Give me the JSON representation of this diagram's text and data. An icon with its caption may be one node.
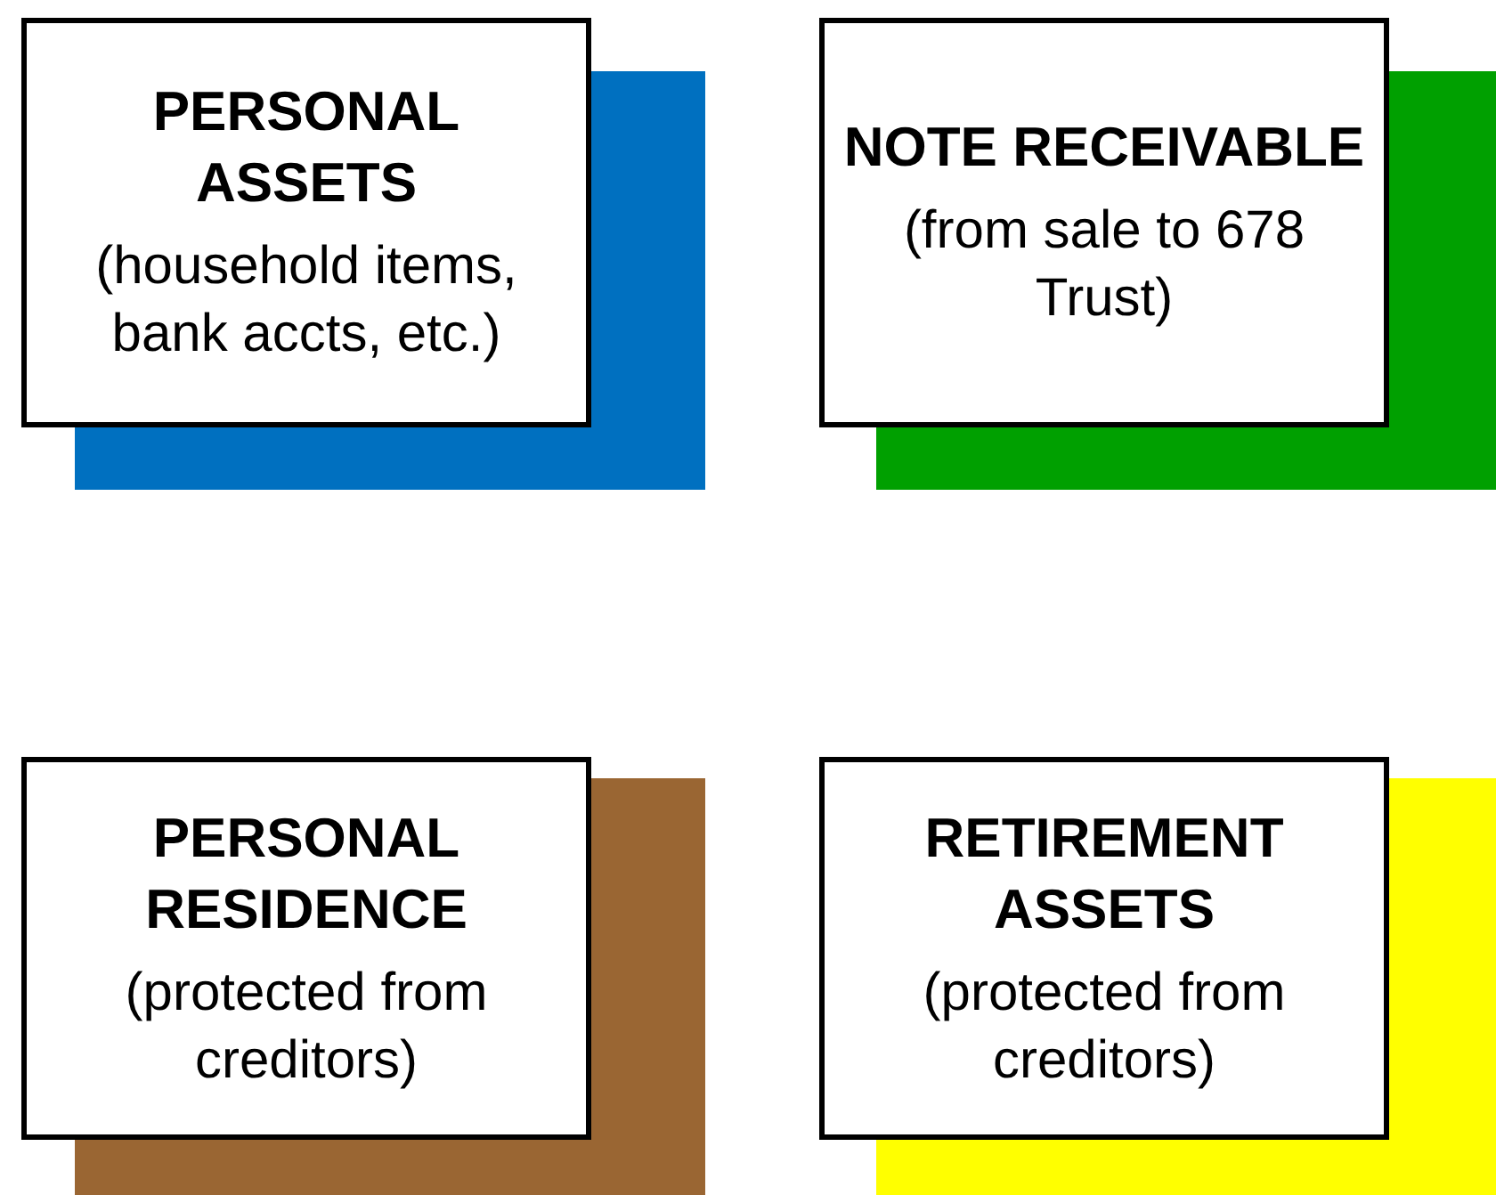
{
  "diagram": {
    "nodes": [
      {
        "text": [
          "PERSONAL ASSETS",
          "(household items, bank accts, etc.)"
        ]
      },
      {
        "text": [
          "NOTE RECEIVABLE",
          "(from sale to 678 Trust)"
        ]
      },
      {
        "text": [
          "PERSONAL RESIDENCE",
          "(protected from creditors)"
        ]
      },
      {
        "text": [
          "RETIREMENT ASSETS",
          "(protected from creditors)"
        ]
      }
    ]
  }
}
